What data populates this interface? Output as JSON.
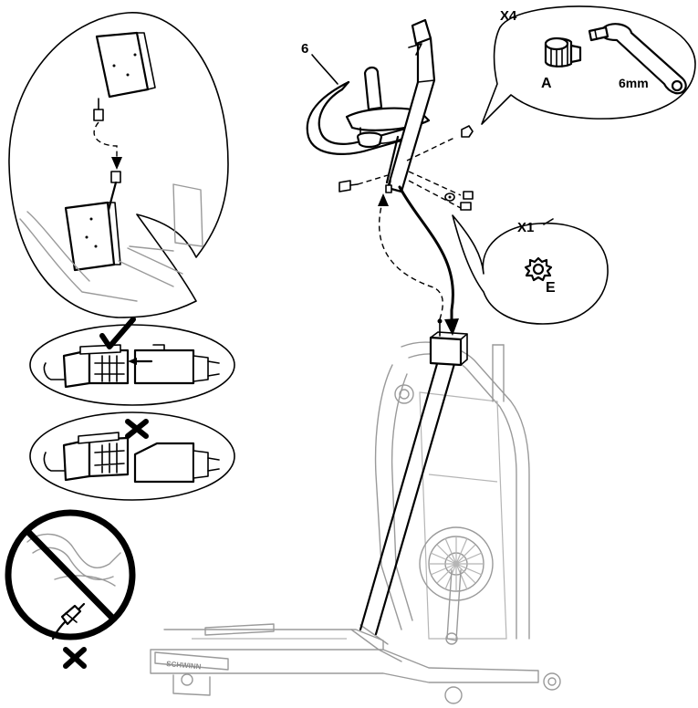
{
  "labels": {
    "part_number": "6",
    "qty_a": "X4",
    "part_a": "A",
    "tool_size": "6mm",
    "qty_e": "X1",
    "part_e": "E",
    "brand": "SCHWINN"
  },
  "status": {
    "correct_connection": "check",
    "incorrect_connection": "cross",
    "pinched_cable": "prohibited"
  },
  "colors": {
    "line": "#000000",
    "ghost": "#9a9a9a",
    "background": "#ffffff"
  }
}
